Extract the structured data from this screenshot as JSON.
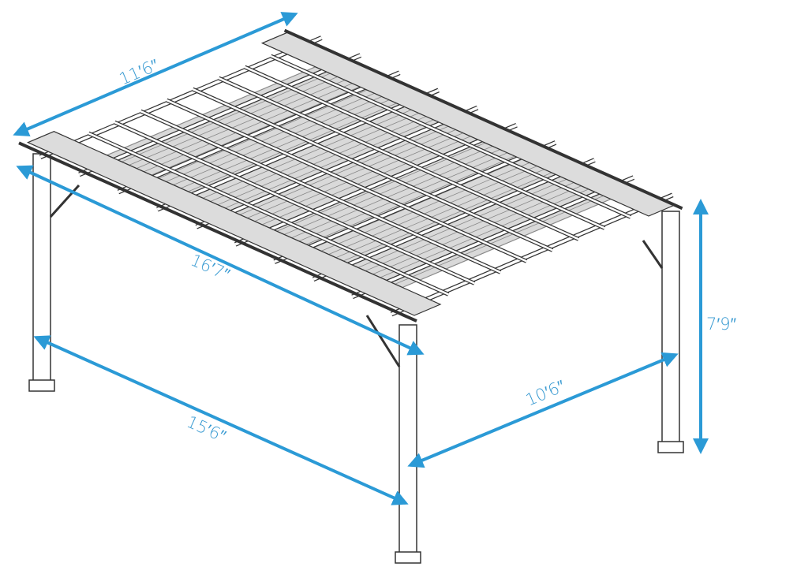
{
  "diagram": {
    "subject": "pergola",
    "dimensions": [
      {
        "id": "roof-depth",
        "label": "11′6″"
      },
      {
        "id": "roof-length",
        "label": "16′7″"
      },
      {
        "id": "post-length",
        "label": "15′6″"
      },
      {
        "id": "post-depth",
        "label": "10′6″"
      },
      {
        "id": "height",
        "label": "7′9″"
      }
    ],
    "colors": {
      "arrow": "#2b9ad6",
      "frame": "#333333",
      "canopy": "#d9d9d9",
      "strip": "#dcdcdc"
    }
  }
}
